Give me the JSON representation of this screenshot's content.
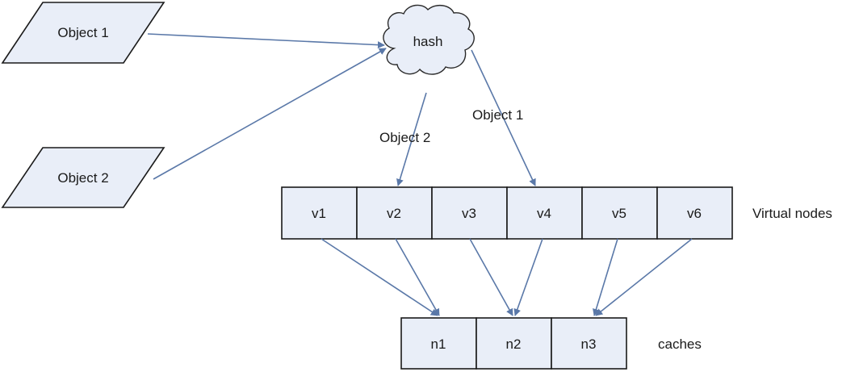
{
  "diagram": {
    "objects": {
      "object1": "Object 1",
      "object2": "Object 2"
    },
    "hash_label": "hash",
    "edge_labels": {
      "to_v2": "Object 2",
      "to_v4": "Object 1"
    },
    "virtual_nodes": [
      "v1",
      "v2",
      "v3",
      "v4",
      "v5",
      "v6"
    ],
    "virtual_nodes_label": "Virtual nodes",
    "caches": [
      "n1",
      "n2",
      "n3"
    ],
    "caches_label": "caches",
    "mapping": [
      {
        "from": "v1",
        "to": "n1"
      },
      {
        "from": "v2",
        "to": "n1"
      },
      {
        "from": "v3",
        "to": "n2"
      },
      {
        "from": "v4",
        "to": "n2"
      },
      {
        "from": "v5",
        "to": "n3"
      },
      {
        "from": "v6",
        "to": "n3"
      }
    ],
    "colors": {
      "fill": "#e9eef8",
      "stroke": "#1a1a1a",
      "arrow": "#5a78a8"
    }
  }
}
